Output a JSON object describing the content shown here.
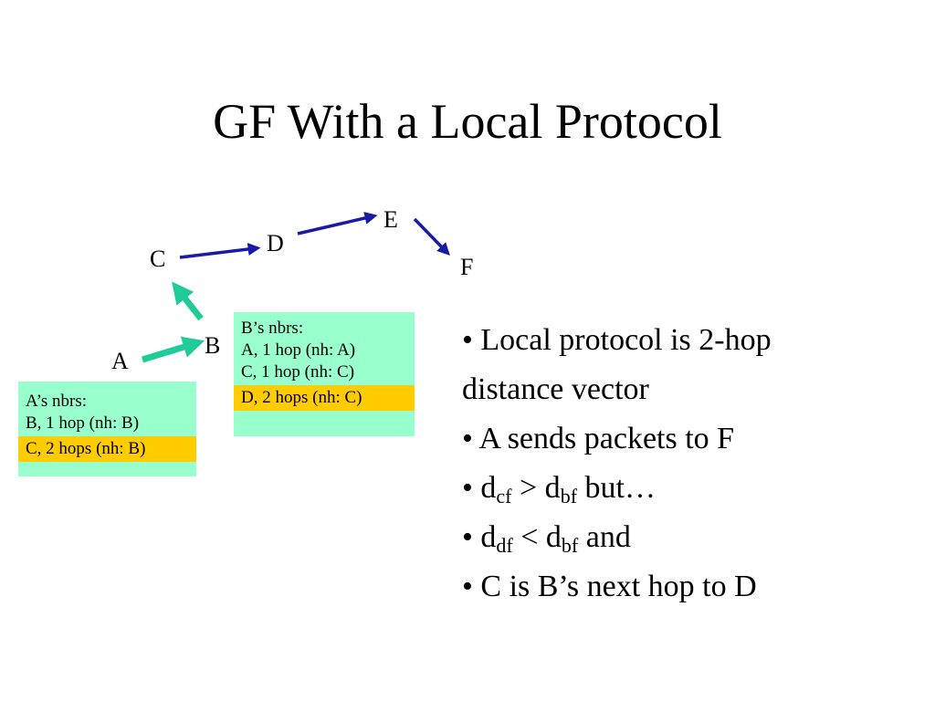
{
  "title": "GF With a Local Protocol",
  "nodes": {
    "A": "A",
    "B": "B",
    "C": "C",
    "D": "D",
    "E": "E",
    "F": "F"
  },
  "a_box": {
    "heading": "A’s nbrs:",
    "line1": "B, 1 hop (nh: B)",
    "highlight": "C, 2 hops (nh: B)"
  },
  "b_box": {
    "heading": "B’s nbrs:",
    "line1": "A, 1 hop (nh: A)",
    "line2": "C, 1 hop (nh: C)",
    "highlight": "D, 2 hops (nh: C)"
  },
  "bullets": {
    "b1_line1": "• Local protocol is 2-hop",
    "b1_line2": "distance vector",
    "b2": "• A sends packets to F",
    "b3": {
      "pre": "• d",
      "sub1": "cf",
      "op": " > d",
      "sub2": "bf",
      "post": " but…"
    },
    "b4": {
      "pre": "• d",
      "sub1": "df",
      "op": " < d",
      "sub2": "bf",
      "post": " and"
    },
    "b5": "• C is B’s next hop to D"
  },
  "colors": {
    "greedy_arrow": "#1fcc99",
    "route_arrow": "#1a1aa6",
    "box_bg": "#99ffcc",
    "highlight_bg": "#ffcc00"
  }
}
